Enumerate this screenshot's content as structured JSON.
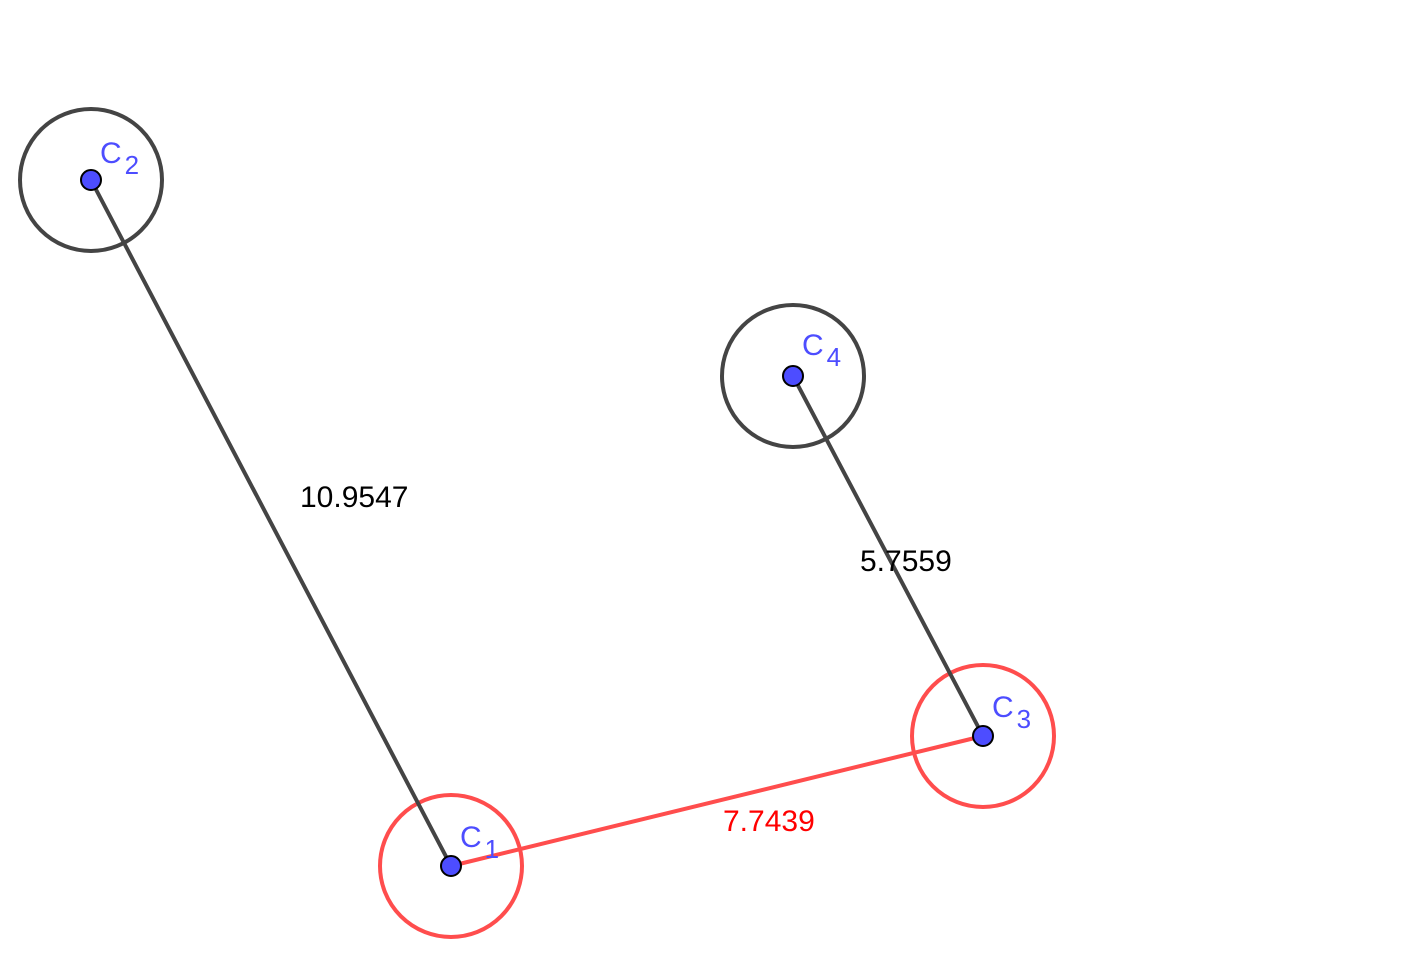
{
  "colors": {
    "point_fill": "#4d4dff",
    "point_stroke": "#000000",
    "point_label": "#4d4dff",
    "neutral_stroke": "#444444",
    "highlight_stroke": "#ff4d4d",
    "neutral_text": "#000000",
    "highlight_text": "#ff0000"
  },
  "points": [
    {
      "id": "C1",
      "letter": "C",
      "sub": "1"
    },
    {
      "id": "C2",
      "letter": "C",
      "sub": "2"
    },
    {
      "id": "C3",
      "letter": "C",
      "sub": "3"
    },
    {
      "id": "C4",
      "letter": "C",
      "sub": "4"
    }
  ],
  "circles": [
    {
      "center": "C1",
      "highlight": true
    },
    {
      "center": "C2",
      "highlight": false
    },
    {
      "center": "C3",
      "highlight": true
    },
    {
      "center": "C4",
      "highlight": false
    }
  ],
  "segments": [
    {
      "from": "C2",
      "to": "C1",
      "length": "10.9547",
      "highlight": false
    },
    {
      "from": "C4",
      "to": "C3",
      "length": "5.7559",
      "highlight": false
    },
    {
      "from": "C1",
      "to": "C3",
      "length": "7.7439",
      "highlight": true
    }
  ]
}
